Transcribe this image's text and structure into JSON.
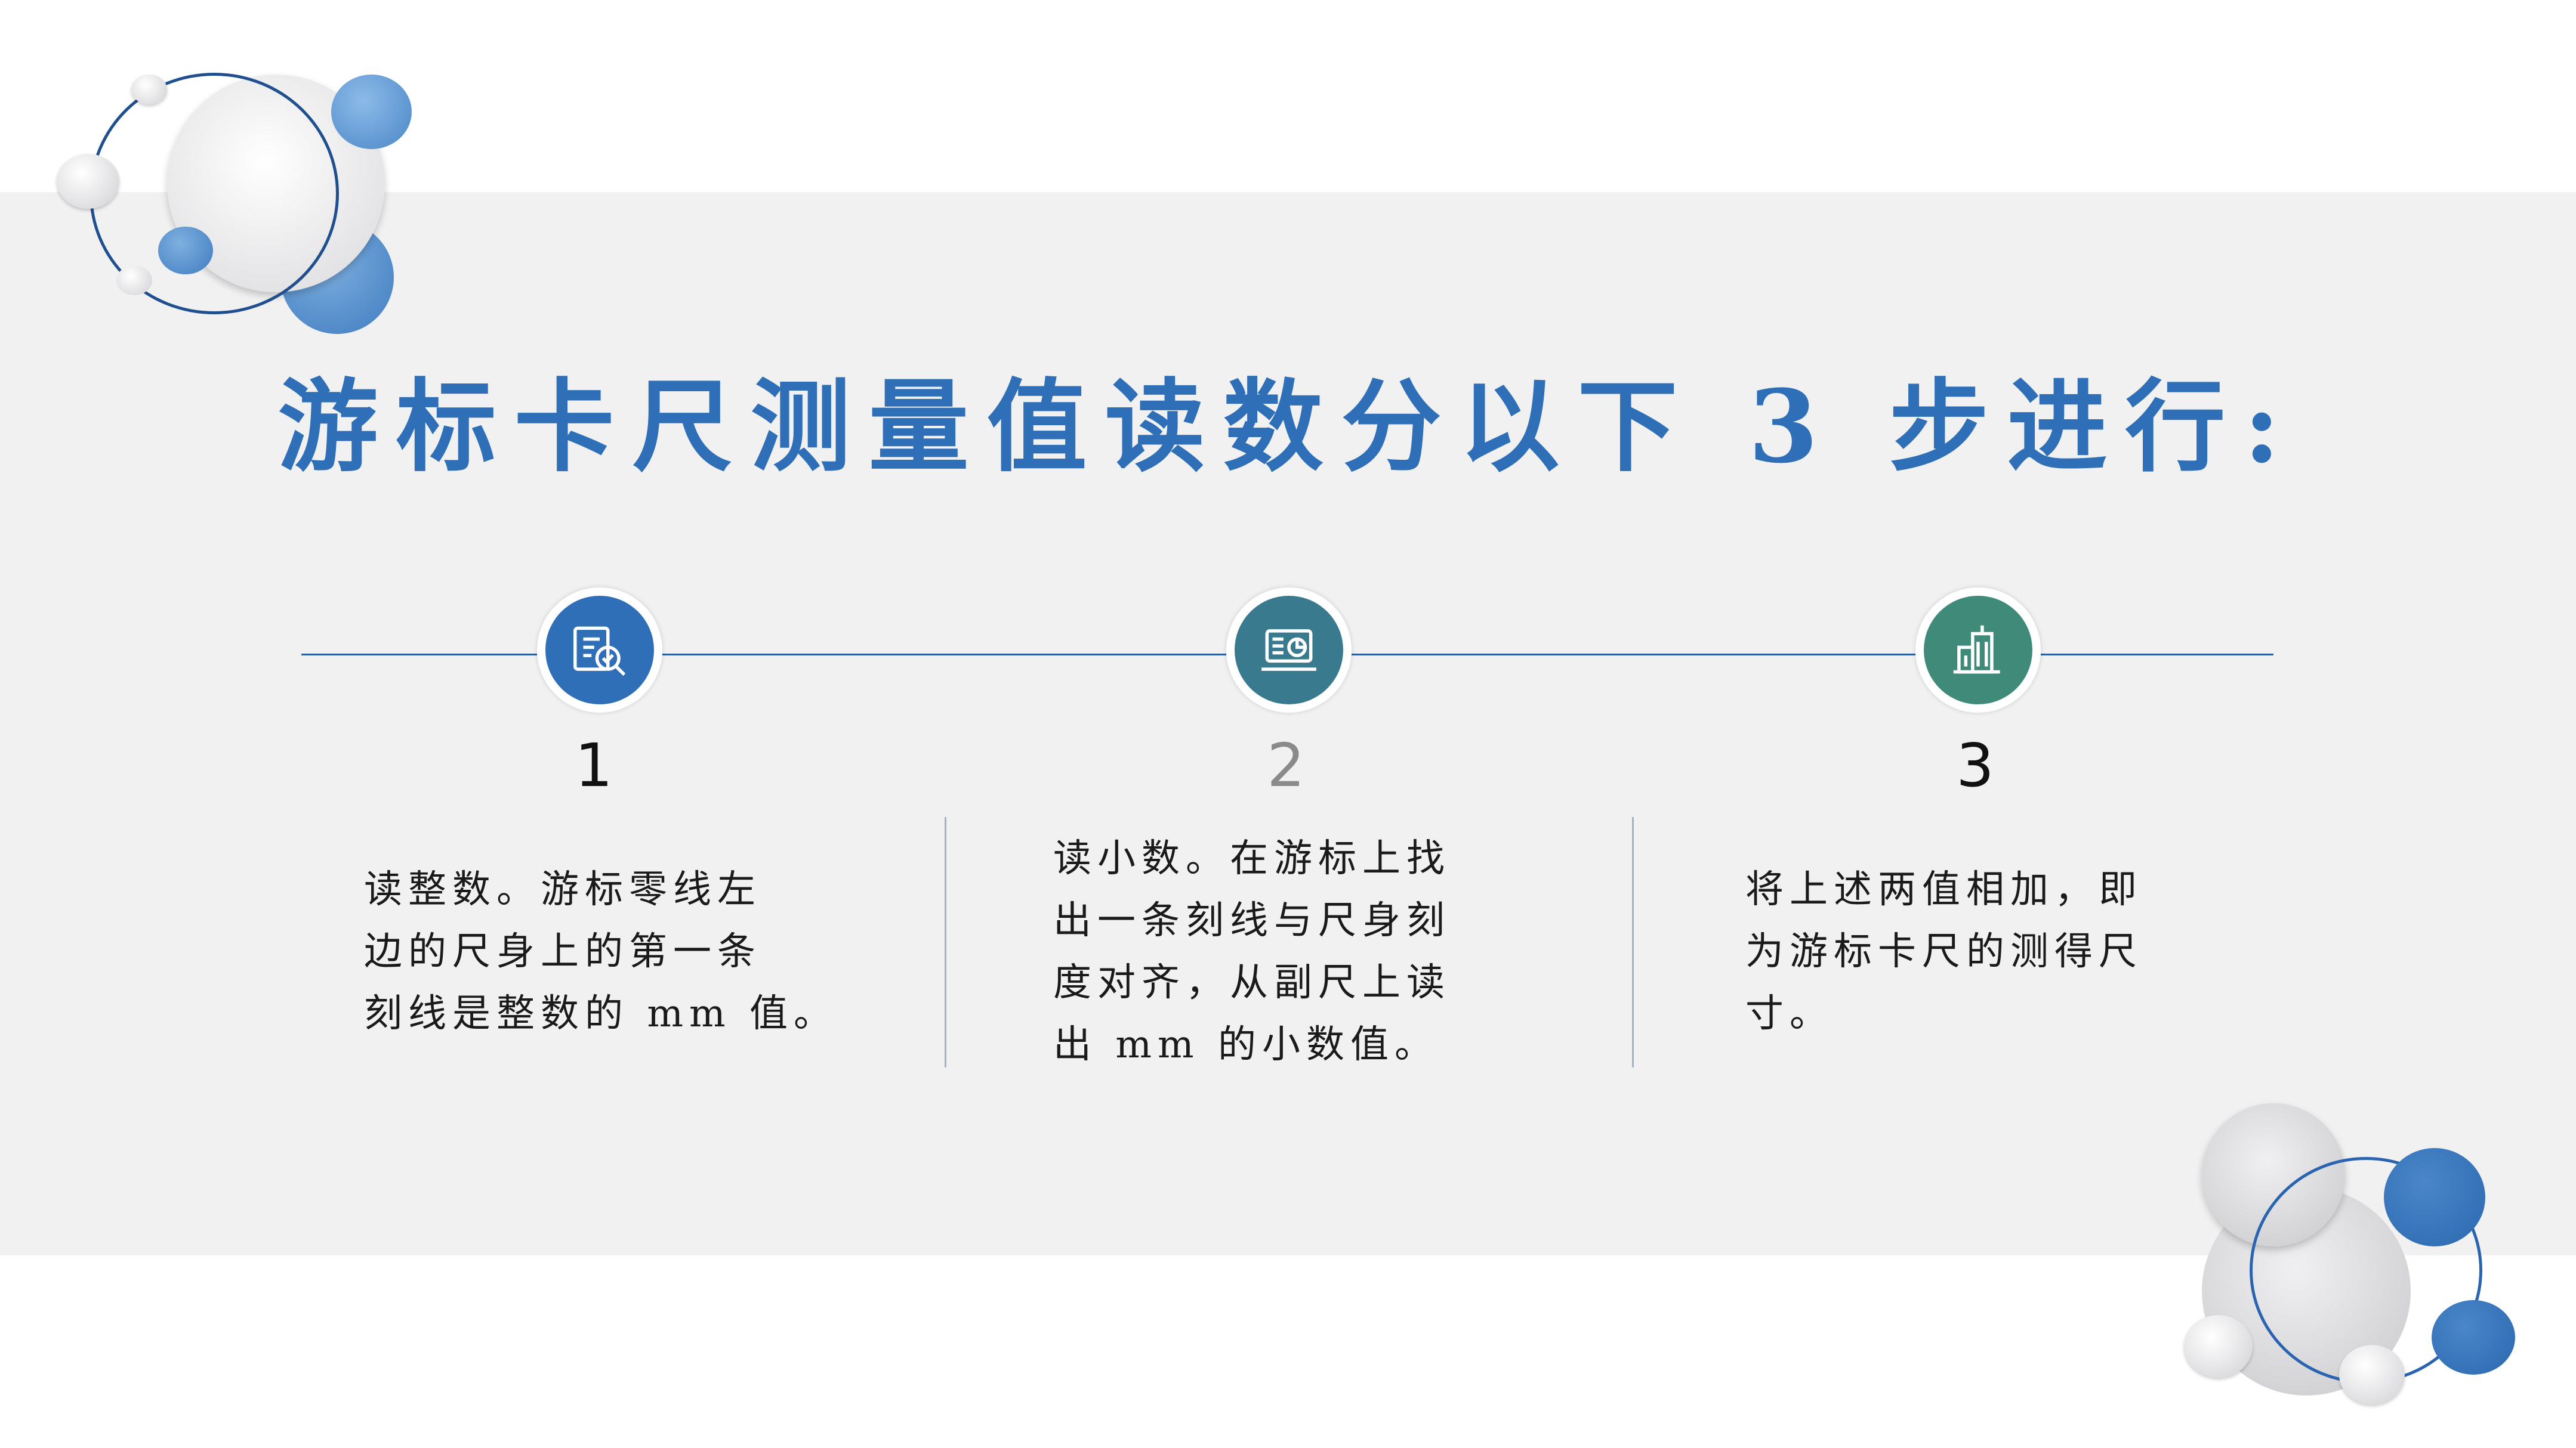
{
  "slide": {
    "title": "游标卡尺测量值读数分以下 3 步进行:",
    "colors": {
      "accent": "#2e6fb7",
      "step1": "#2e6fb7",
      "step2": "#3a7a8f",
      "step3": "#3f8a79",
      "band": "#f1f1f2"
    },
    "steps": [
      {
        "number": "1",
        "icon": "document-search-check-icon",
        "text_lines": [
          "读整数。游标零线左",
          "边的尺身上的第一条",
          "刻线是整数的 mm 值。"
        ]
      },
      {
        "number": "2",
        "icon": "laptop-chart-icon",
        "text_lines": [
          "读小数。在游标上找",
          "出一条刻线与尺身刻",
          "度对齐，从副尺上读",
          "出 mm 的小数值。"
        ]
      },
      {
        "number": "3",
        "icon": "buildings-icon",
        "text_lines": [
          "将上述两值相加，即",
          "为游标卡尺的测得尺",
          "寸。"
        ]
      }
    ]
  }
}
